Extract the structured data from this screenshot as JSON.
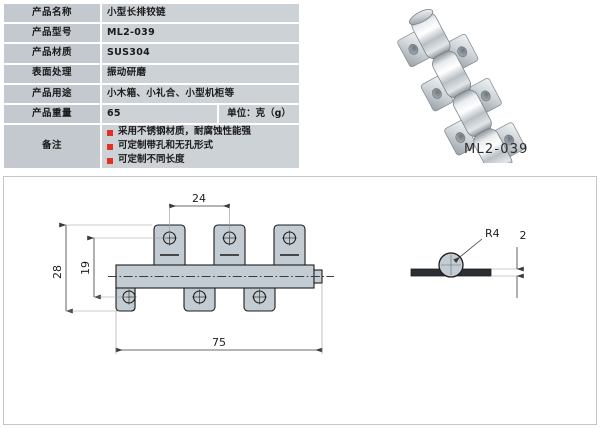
{
  "spec_table": {
    "rows": [
      {
        "label": "产品名称",
        "value": "小型长排铰链"
      },
      {
        "label": "产品型号",
        "value": "ML2-039"
      },
      {
        "label": "产品材质",
        "value": "SUS304"
      },
      {
        "label": "表面处理",
        "value": "振动研磨"
      },
      {
        "label": "产品用途",
        "value": "小木箱、小礼合、小型机柜等"
      }
    ],
    "weight": {
      "label": "产品重量",
      "value": "65",
      "unit": "单位：克（g）"
    },
    "remark": {
      "label": "备注",
      "items": [
        "采用不锈钢材质，耐腐蚀性能强",
        "可定制带孔和无孔形式",
        "可定制不同长度"
      ]
    }
  },
  "photo": {
    "caption": "ML2-039",
    "alt_name": "stainless-steel-long-row-hinge"
  },
  "drawing": {
    "front_view": {
      "dim_height_overall": "28",
      "dim_height_inner": "19",
      "dim_tab_pitch": "24",
      "dim_length_overall": "75"
    },
    "side_view": {
      "dim_radius": "R4",
      "dim_thickness": "2"
    }
  },
  "colors": {
    "bullet_red": "#e03124",
    "table_label_bg": "#c4c9cf",
    "table_value_bg": "#cdd2d7",
    "metal_fill": "#c3ccd2",
    "line_dark": "#1d1d1d"
  }
}
